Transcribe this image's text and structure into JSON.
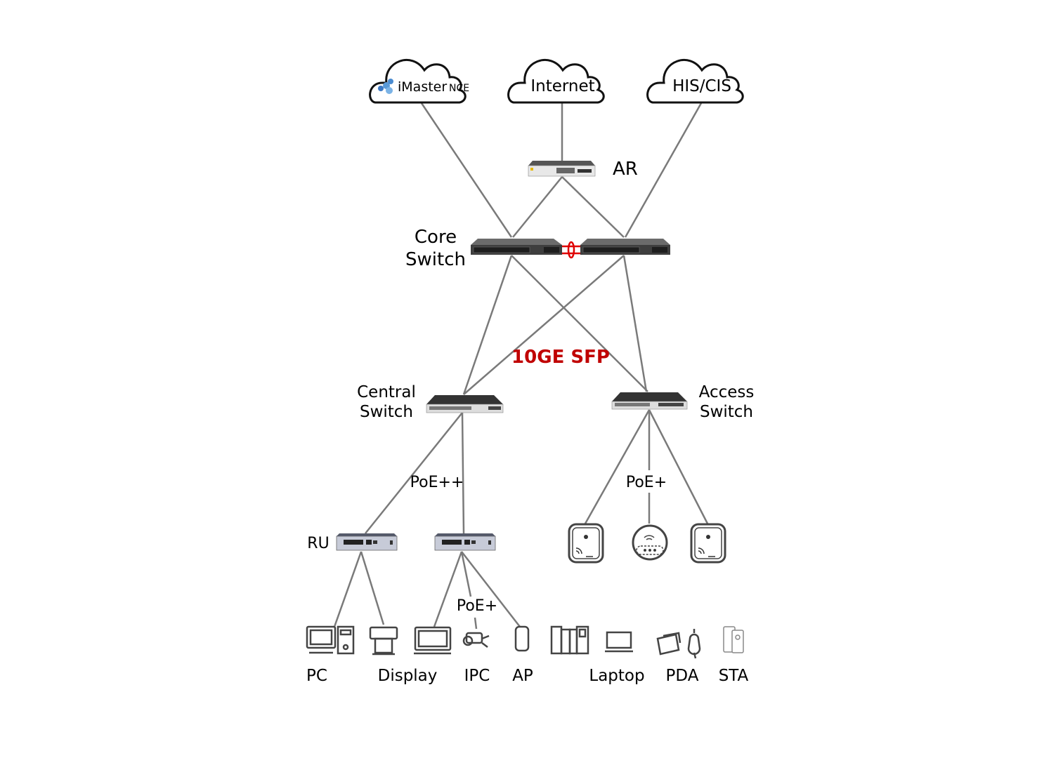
{
  "clouds": {
    "imaster_brand": "iMaster",
    "imaster_suffix": "NCE",
    "internet": "Internet",
    "his_cis": "HIS/CIS"
  },
  "devices": {
    "ar": "AR",
    "core_switch": [
      "Core",
      "Switch"
    ],
    "central_switch": [
      "Central",
      "Switch"
    ],
    "access_switch": [
      "Access",
      "Switch"
    ],
    "ru": "RU"
  },
  "links": {
    "sfp": "10GE SFP",
    "poe_plus_plus": "PoE++",
    "poe_plus_access": "PoE+",
    "poe_plus_ru": "PoE+"
  },
  "terminals": [
    "PC",
    "Display",
    "IPC",
    "AP",
    "Laptop",
    "PDA",
    "STA"
  ],
  "colors": {
    "line": "#7a7a7a",
    "accent": "#c00000",
    "stack_link": "#e00000"
  }
}
